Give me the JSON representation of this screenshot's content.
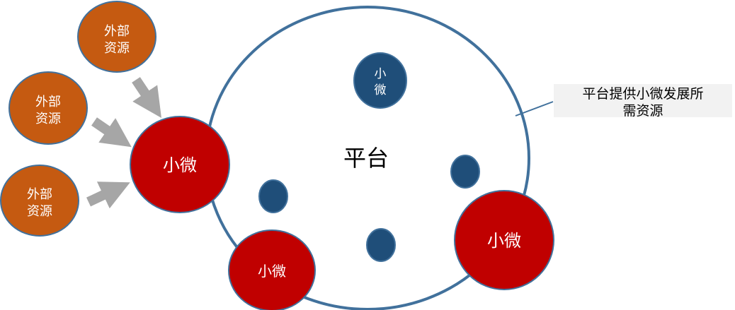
{
  "platform": {
    "label": "平台"
  },
  "callout": {
    "line1": "平台提供小微发展所",
    "line2": "需资源"
  },
  "external_resources": [
    {
      "line1": "外部",
      "line2": "资源"
    },
    {
      "line1": "外部",
      "line2": "资源"
    },
    {
      "line1": "外部",
      "line2": "资源"
    }
  ],
  "small_micro_main": {
    "label": "小微"
  },
  "small_micro_bottom": {
    "label": "小微"
  },
  "small_micro_right": {
    "label": "小微"
  },
  "inner_node": {
    "line1": "小",
    "line2": "微"
  },
  "colors": {
    "external": "#c55a11",
    "small_micro": "#c00000",
    "inner": "#1f4e79",
    "outline": "#41719c",
    "arrow": "#a6a6a6",
    "callout_bg": "#f2f2f2"
  }
}
